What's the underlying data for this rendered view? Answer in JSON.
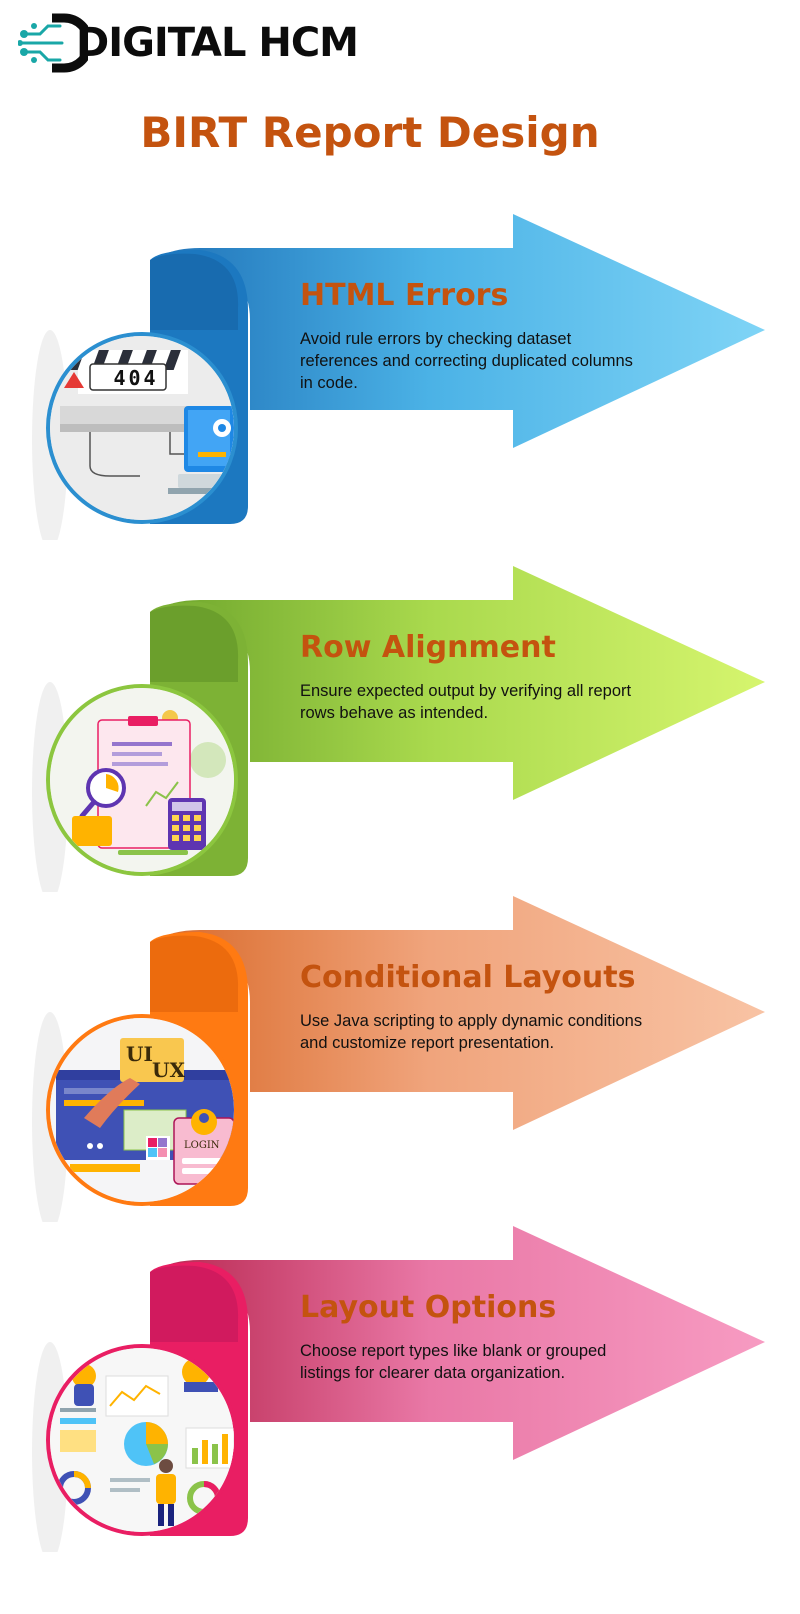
{
  "logo": {
    "text": "DIGITAL HCM"
  },
  "title": "BIRT Report Design",
  "colors": {
    "title": "#c4530f",
    "blue": "#2b8fd0",
    "green": "#8cc63f",
    "orange": "#ff7a12",
    "pink": "#e91e63"
  },
  "cards": [
    {
      "title": "HTML Errors",
      "description": "Avoid rule errors by checking dataset references and correcting duplicated columns in code.",
      "illustration": "error-404-icon",
      "badge": "404"
    },
    {
      "title": "Row Alignment",
      "description": "Ensure expected output by verifying all report rows behave as intended.",
      "illustration": "report-analysis-icon"
    },
    {
      "title": "Conditional Layouts",
      "description": "Use Java scripting to apply dynamic conditions and customize report presentation.",
      "illustration": "ui-ux-design-icon",
      "tags": [
        "UI",
        "UX",
        "LOGIN"
      ]
    },
    {
      "title": "Layout Options",
      "description": "Choose report types like blank or grouped listings for clearer data organization.",
      "illustration": "dashboard-charts-icon"
    }
  ]
}
